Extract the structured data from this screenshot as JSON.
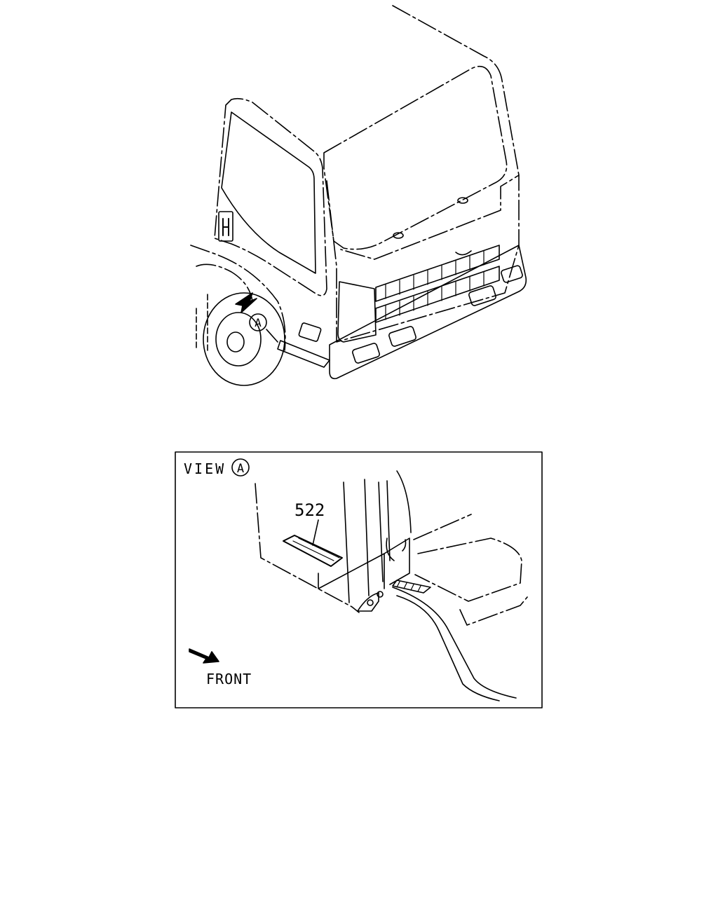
{
  "callout_marker": "A",
  "view_box": {
    "title": "VIEW",
    "marker": "A",
    "part_number": "522",
    "direction_label": "FRONT"
  },
  "colors": {
    "line": "#000000",
    "background": "#ffffff"
  }
}
